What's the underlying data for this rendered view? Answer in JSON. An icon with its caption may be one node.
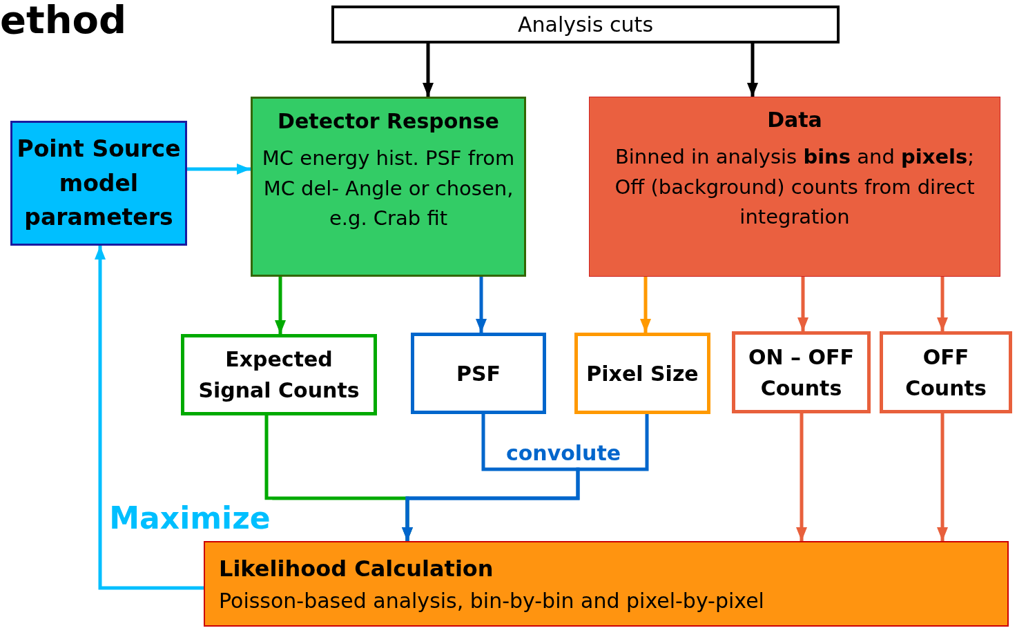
{
  "diagram": {
    "nodes": [
      {
        "text": [
          "Analysis cuts"
        ]
      },
      {
        "text": [
          "Point Source model parameters"
        ]
      },
      {
        "text": [
          "Detector Response",
          "MC energy hist. PSF from MC del- Angle or chosen, e.g. Crab fit"
        ]
      },
      {
        "text": [
          "Data",
          "Binned in analysis **bins** and **pixels**; Off (background) counts from direct integration"
        ]
      },
      {
        "text": [
          "Expected Signal Counts"
        ]
      },
      {
        "text": [
          "PSF"
        ]
      },
      {
        "text": [
          "Pixel Size"
        ]
      },
      {
        "text": [
          "ON – OFF Counts"
        ]
      },
      {
        "text": [
          "OFF Counts"
        ]
      },
      {
        "text": [
          "Likelihood Calculation",
          "Poisson-based analysis, bin-by-bin and pixel-by-pixel"
        ]
      }
    ],
    "edges": [
      {
        "from": 0,
        "to": 2,
        "arrow": "to",
        "color": "#000000"
      },
      {
        "from": 0,
        "to": 3,
        "arrow": "to",
        "color": "#000000"
      },
      {
        "from": 1,
        "to": 2,
        "arrow": "to",
        "color": "#00bfff"
      },
      {
        "from": 2,
        "to": 4,
        "arrow": "to",
        "color": "#00aa00"
      },
      {
        "from": 2,
        "to": 5,
        "arrow": "to",
        "color": "#0066cc"
      },
      {
        "from": 3,
        "to": 6,
        "arrow": "to",
        "color": "#ff9900"
      },
      {
        "from": 3,
        "to": 7,
        "arrow": "to",
        "color": "#e8603c"
      },
      {
        "from": 3,
        "to": 8,
        "arrow": "to",
        "color": "#e8603c"
      },
      {
        "from": 4,
        "to": 9,
        "arrow": "to",
        "color": "#00aa00"
      },
      {
        "from": 5,
        "to": 9,
        "arrow": "to",
        "label": "convolute",
        "color": "#0066cc"
      },
      {
        "from": 6,
        "to": 9,
        "arrow": "to",
        "color": "#0066cc"
      },
      {
        "from": 7,
        "to": 9,
        "arrow": "to",
        "color": "#e8603c"
      },
      {
        "from": 8,
        "to": 9,
        "arrow": "to",
        "color": "#e8603c"
      },
      {
        "from": 9,
        "to": 1,
        "arrow": "to",
        "label": "Maximize",
        "color": "#00bfff"
      }
    ],
    "labels": [
      "ethod"
    ]
  }
}
